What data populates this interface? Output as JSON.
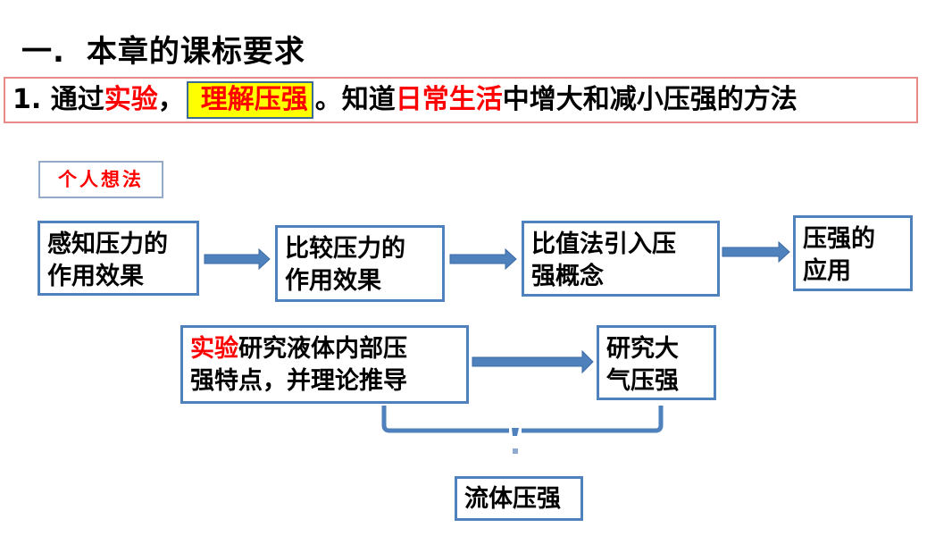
{
  "title": {
    "number": "一.",
    "text": "本章的课标要求"
  },
  "requirement": {
    "segments": [
      {
        "text": "1. 通过",
        "style": "normal"
      },
      {
        "text": "实验",
        "style": "red"
      },
      {
        "text": "，",
        "style": "normal"
      },
      {
        "text": "理解压强",
        "style": "highlight"
      },
      {
        "text": "。知道",
        "style": "normal"
      },
      {
        "text": "日常生活",
        "style": "red"
      },
      {
        "text": "中增大和减小压强的方法",
        "style": "normal"
      }
    ]
  },
  "tag": {
    "label": "个人想法"
  },
  "flow": {
    "row1": [
      {
        "line1": "感知压力的",
        "line2": "作用效果"
      },
      {
        "line1": "比较压力的",
        "line2": "作用效果"
      },
      {
        "line1": "比值法引入压",
        "line2": "强概念"
      },
      {
        "line1": "压强的",
        "line2": "应用"
      }
    ],
    "row2": [
      {
        "red": "实验",
        "line1": "研究液体内部压",
        "line2": "强特点，并理论推导"
      },
      {
        "line1": "研究大",
        "line2": "气压强"
      }
    ],
    "result": {
      "label": "流体压强"
    }
  },
  "colors": {
    "accent": "#4f81bd",
    "red": "#ff0000",
    "highlight": "#ffff00",
    "border_red": "#e88a8a"
  }
}
